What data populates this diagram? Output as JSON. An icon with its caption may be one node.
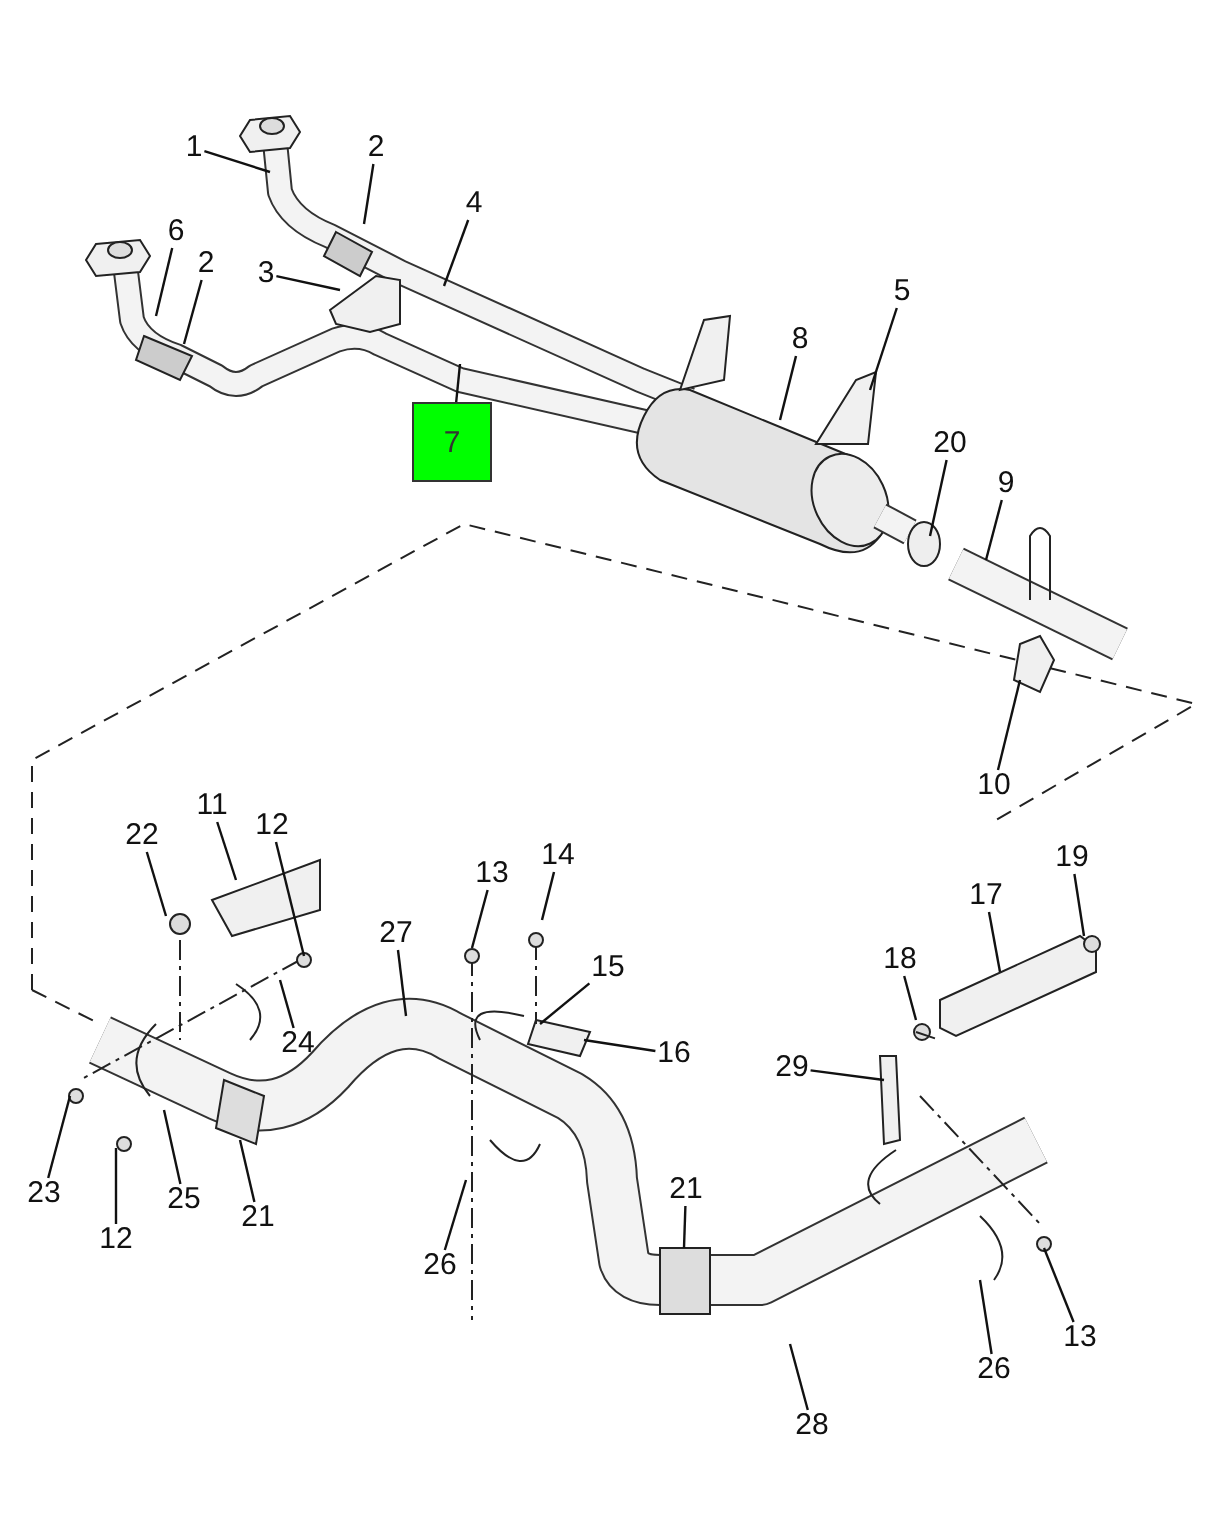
{
  "diagram": {
    "nodes": [
      {
        "text": [
          "1"
        ]
      },
      {
        "text": [
          "2"
        ]
      },
      {
        "text": [
          "6"
        ]
      },
      {
        "text": [
          "2"
        ]
      },
      {
        "text": [
          "3"
        ]
      },
      {
        "text": [
          "4"
        ]
      },
      {
        "text": [
          "7"
        ]
      },
      {
        "text": [
          "5"
        ]
      },
      {
        "text": [
          "8"
        ]
      },
      {
        "text": [
          "20"
        ]
      },
      {
        "text": [
          "9"
        ]
      },
      {
        "text": [
          "10"
        ]
      },
      {
        "text": [
          "11"
        ]
      },
      {
        "text": [
          "12"
        ]
      },
      {
        "text": [
          "22"
        ]
      },
      {
        "text": [
          "13"
        ]
      },
      {
        "text": [
          "14"
        ]
      },
      {
        "text": [
          "27"
        ]
      },
      {
        "text": [
          "15"
        ]
      },
      {
        "text": [
          "16"
        ]
      },
      {
        "text": [
          "24"
        ]
      },
      {
        "text": [
          "17"
        ]
      },
      {
        "text": [
          "19"
        ]
      },
      {
        "text": [
          "18"
        ]
      },
      {
        "text": [
          "29"
        ]
      },
      {
        "text": [
          "23"
        ]
      },
      {
        "text": [
          "12"
        ]
      },
      {
        "text": [
          "25"
        ]
      },
      {
        "text": [
          "21"
        ]
      },
      {
        "text": [
          "26"
        ]
      },
      {
        "text": [
          "21"
        ]
      },
      {
        "text": [
          "26"
        ]
      },
      {
        "text": [
          "13"
        ]
      },
      {
        "text": [
          "28"
        ]
      }
    ],
    "edges": [
      {
        "from": 0,
        "to": null,
        "arrow": "none"
      },
      {
        "from": 1,
        "to": null,
        "arrow": "none"
      },
      {
        "from": 2,
        "to": null,
        "arrow": "none"
      },
      {
        "from": 3,
        "to": null,
        "arrow": "none"
      },
      {
        "from": 4,
        "to": null,
        "arrow": "none"
      },
      {
        "from": 5,
        "to": null,
        "arrow": "none"
      },
      {
        "from": 6,
        "to": null,
        "arrow": "none"
      },
      {
        "from": 7,
        "to": null,
        "arrow": "none"
      },
      {
        "from": 8,
        "to": null,
        "arrow": "none"
      },
      {
        "from": 9,
        "to": null,
        "arrow": "none"
      },
      {
        "from": 10,
        "to": null,
        "arrow": "none"
      },
      {
        "from": 11,
        "to": null,
        "arrow": "none"
      },
      {
        "from": 12,
        "to": null,
        "arrow": "none"
      },
      {
        "from": 13,
        "to": null,
        "arrow": "none"
      },
      {
        "from": 14,
        "to": null,
        "arrow": "none"
      },
      {
        "from": 15,
        "to": null,
        "arrow": "none"
      },
      {
        "from": 16,
        "to": null,
        "arrow": "none"
      },
      {
        "from": 17,
        "to": null,
        "arrow": "none"
      },
      {
        "from": 18,
        "to": null,
        "arrow": "none"
      },
      {
        "from": 19,
        "to": null,
        "arrow": "none"
      },
      {
        "from": 20,
        "to": null,
        "arrow": "none"
      },
      {
        "from": 21,
        "to": null,
        "arrow": "none"
      },
      {
        "from": 22,
        "to": null,
        "arrow": "none"
      },
      {
        "from": 23,
        "to": null,
        "arrow": "none"
      },
      {
        "from": 24,
        "to": null,
        "arrow": "none"
      },
      {
        "from": 25,
        "to": null,
        "arrow": "none"
      },
      {
        "from": 26,
        "to": null,
        "arrow": "none"
      },
      {
        "from": 27,
        "to": null,
        "arrow": "none"
      },
      {
        "from": 28,
        "to": null,
        "arrow": "none"
      },
      {
        "from": 29,
        "to": null,
        "arrow": "none"
      },
      {
        "from": 30,
        "to": null,
        "arrow": "none"
      },
      {
        "from": 31,
        "to": null,
        "arrow": "none"
      },
      {
        "from": 32,
        "to": null,
        "arrow": "none"
      },
      {
        "from": 33,
        "to": null,
        "arrow": "none"
      }
    ]
  }
}
